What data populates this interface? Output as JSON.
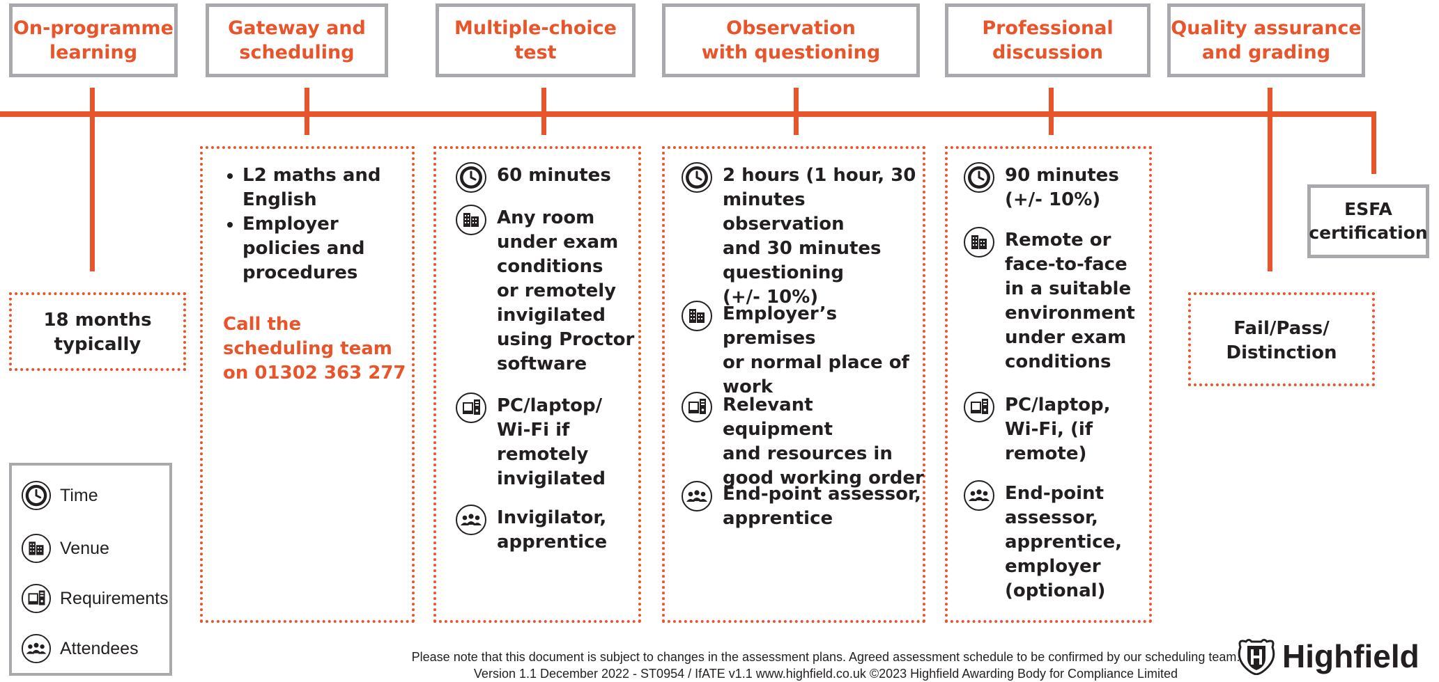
{
  "stages": [
    {
      "id": "on-programme",
      "title_l1": "On-programme",
      "title_l2": "learning"
    },
    {
      "id": "gateway",
      "title_l1": "Gateway and",
      "title_l2": "scheduling"
    },
    {
      "id": "mcq",
      "title_l1": "Multiple-choice test",
      "title_l2": ""
    },
    {
      "id": "observation",
      "title_l1": "Observation",
      "title_l2": "with questioning"
    },
    {
      "id": "discussion",
      "title_l1": "Professional",
      "title_l2": "discussion"
    },
    {
      "id": "qa",
      "title_l1": "Quality assurance",
      "title_l2": "and grading"
    }
  ],
  "on_programme": {
    "duration_l1": "18 months",
    "duration_l2": "typically"
  },
  "gateway": {
    "bullets": [
      {
        "l1": "L2 maths and",
        "l2": "English"
      },
      {
        "l1": "Employer",
        "l2": "policies and",
        "l3": "procedures"
      }
    ],
    "call_l1": "Call the",
    "call_l2": "scheduling team",
    "call_l3": "on 01302 363 277"
  },
  "mcq": {
    "time": "60 minutes",
    "venue": [
      "Any room",
      "under exam",
      "conditions",
      "or remotely",
      "invigilated",
      "using Proctor",
      "software"
    ],
    "requirements": [
      "PC/laptop/",
      "Wi-Fi if",
      "remotely",
      "invigilated"
    ],
    "attendees": [
      "Invigilator,",
      "apprentice"
    ]
  },
  "observation": {
    "time": [
      "2 hours (1 hour, 30",
      "minutes observation",
      "and 30 minutes",
      "questioning",
      "(+/- 10%)"
    ],
    "venue": [
      "Employer’s premises",
      "or normal place of",
      "work"
    ],
    "requirements": [
      "Relevant equipment",
      "and resources in",
      "good working order"
    ],
    "attendees": [
      "End-point assessor,",
      "apprentice"
    ]
  },
  "discussion": {
    "time": [
      "90 minutes",
      "(+/- 10%)"
    ],
    "venue": [
      "Remote or",
      "face-to-face",
      "in a suitable",
      "environment",
      "under exam",
      "conditions"
    ],
    "requirements": [
      "PC/laptop,",
      "Wi-Fi, (if",
      "remote)"
    ],
    "attendees": [
      "End-point",
      "assessor,",
      "apprentice,",
      "employer",
      "(optional)"
    ]
  },
  "qa": {
    "grade_l1": "Fail/Pass/",
    "grade_l2": "Distinction"
  },
  "esfa": {
    "l1": "ESFA",
    "l2": "certification"
  },
  "legend": {
    "time": "Time",
    "venue": "Venue",
    "requirements": "Requirements",
    "attendees": "Attendees"
  },
  "footer": {
    "line1": "Please note that this document is subject to changes in the assessment plans.  Agreed assessment schedule to be confirmed by our scheduling team.",
    "line2": "Version 1.1 December 2022  -  ST0954 / IfATE v1.1   www.highfield.co.uk   ©2023 Highfield Awarding Body for Compliance Limited"
  },
  "logo": {
    "text": "Highfield"
  },
  "colors": {
    "accent": "#e8552b",
    "box_border": "#a7a9ac",
    "text": "#231f20"
  }
}
